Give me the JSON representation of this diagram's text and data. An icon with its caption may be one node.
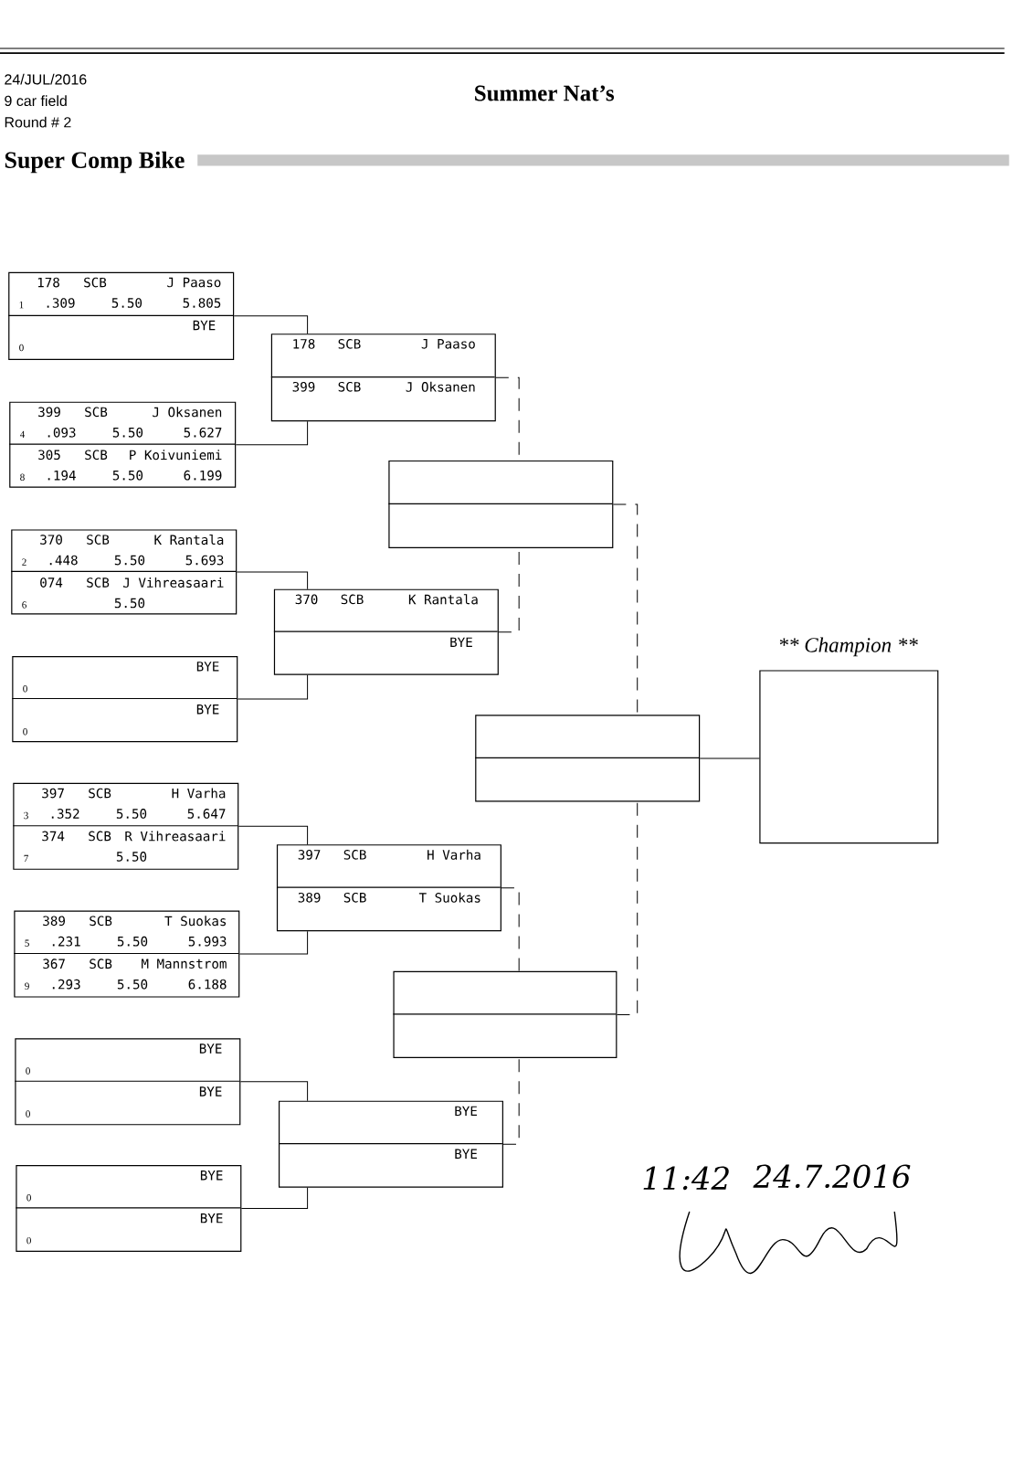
{
  "diagram": {
    "title": "Summer Nat’s",
    "nodes": [
      {
        "text": [
          "178",
          "SCB",
          "J Paaso",
          "1",
          ".309",
          "5.50",
          "5.805",
          "BYE",
          "0"
        ]
      },
      {
        "text": [
          "399",
          "SCB",
          "J Oksanen",
          "4",
          ".093",
          "5.50",
          "5.627",
          "305",
          "SCB",
          "P Koivuniemi",
          "8",
          ".194",
          "5.50",
          "6.199"
        ]
      },
      {
        "text": [
          "370",
          "SCB",
          "K Rantala",
          "2",
          ".448",
          "5.50",
          "5.693",
          "074",
          "SCB",
          "J Vihreasaari",
          "6",
          "5.50"
        ]
      },
      {
        "text": [
          "BYE",
          "0",
          "BYE",
          "0"
        ]
      },
      {
        "text": [
          "397",
          "SCB",
          "H Varha",
          "3",
          ".352",
          "5.50",
          "5.647",
          "374",
          "SCB",
          "R Vihreasaari",
          "7",
          "5.50"
        ]
      },
      {
        "text": [
          "389",
          "SCB",
          "T Suokas",
          "5",
          ".231",
          "5.50",
          "5.993",
          "367",
          "SCB",
          "M Mannstrom",
          "9",
          ".293",
          "5.50",
          "6.188"
        ]
      },
      {
        "text": [
          "BYE",
          "0",
          "BYE",
          "0"
        ]
      },
      {
        "text": [
          "BYE",
          "0",
          "BYE",
          "0"
        ]
      },
      {
        "text": [
          "178",
          "SCB",
          "J Paaso",
          "399",
          "SCB",
          "J Oksanen"
        ]
      },
      {
        "text": [
          "370",
          "SCB",
          "K Rantala",
          "BYE"
        ]
      },
      {
        "text": [
          "397",
          "SCB",
          "H Varha",
          "389",
          "SCB",
          "T Suokas"
        ]
      },
      {
        "text": [
          "BYE",
          "BYE"
        ]
      },
      {
        "text": [],
        "shape": "box"
      },
      {
        "text": [],
        "shape": "box"
      },
      {
        "text": [],
        "shape": "box"
      },
      {
        "text": [
          "** Champion **"
        ]
      }
    ],
    "edges": [
      {
        "from": 0,
        "to": 8,
        "arrow": "none"
      },
      {
        "from": 1,
        "to": 8,
        "arrow": "none"
      },
      {
        "from": 2,
        "to": 9,
        "arrow": "none"
      },
      {
        "from": 3,
        "to": 9,
        "arrow": "none"
      },
      {
        "from": 4,
        "to": 10,
        "arrow": "none"
      },
      {
        "from": 5,
        "to": 10,
        "arrow": "none"
      },
      {
        "from": 6,
        "to": 11,
        "arrow": "none"
      },
      {
        "from": 7,
        "to": 11,
        "arrow": "none"
      },
      {
        "from": 8,
        "to": 12,
        "arrow": "none",
        "style": "dashed"
      },
      {
        "from": 9,
        "to": 12,
        "arrow": "none",
        "style": "dashed"
      },
      {
        "from": 10,
        "to": 14,
        "arrow": "none",
        "style": "dashed"
      },
      {
        "from": 11,
        "to": 14,
        "arrow": "none",
        "style": "dashed"
      },
      {
        "from": 12,
        "to": 13,
        "arrow": "none",
        "style": "dashed"
      },
      {
        "from": 14,
        "to": 13,
        "arrow": "none",
        "style": "dashed"
      },
      {
        "from": 13,
        "to": 15,
        "arrow": "none"
      }
    ],
    "labels": [
      "24/JUL/2016",
      "9 car field",
      "Round # 2",
      "Super Comp Bike",
      "11:42",
      "24.7.2016"
    ]
  }
}
